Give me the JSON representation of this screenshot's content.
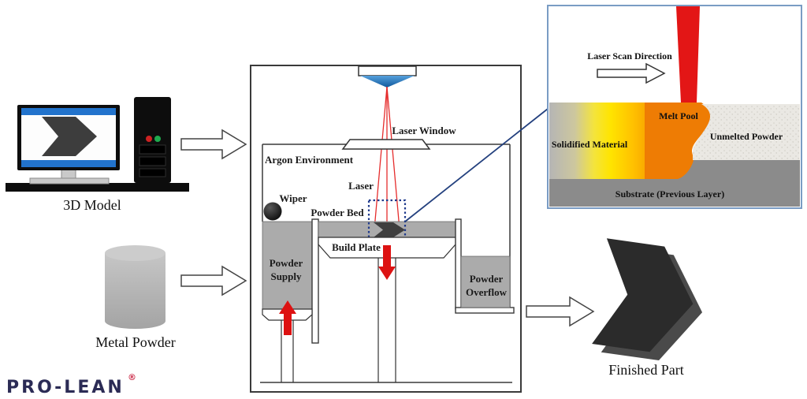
{
  "left": {
    "model_caption": "3D Model",
    "powder_caption": "Metal Powder"
  },
  "brand": {
    "name": "PRO-LEAN",
    "mark": "®"
  },
  "machine": {
    "labels": {
      "laser_window": "Laser Window",
      "argon": "Argon Environment",
      "laser": "Laser",
      "wiper": "Wiper",
      "powder_bed": "Powder Bed",
      "build_plate": "Build Plate",
      "supply_line1": "Powder",
      "supply_line2": "Supply",
      "overflow_line1": "Powder",
      "overflow_line2": "Overflow"
    }
  },
  "inset": {
    "labels": {
      "scan_direction": "Laser Scan Direction",
      "melt_pool": "Melt Pool",
      "solidified": "Solidified Material",
      "unmelted": "Unmelted Powder",
      "substrate": "Substrate (Previous Layer)"
    }
  },
  "output": {
    "caption": "Finished Part"
  },
  "icons": {
    "flow_arrow": "block-arrow-right-outline",
    "piston_up_arrow": "red-arrow-up",
    "piston_down_arrow": "red-arrow-down",
    "scan_arrow": "block-arrow-right-outline"
  },
  "colors": {
    "laser_red": "#e31616",
    "arrow_red": "#dd1212",
    "argon_blue": "#2aa0d8",
    "monitor_blue": "#2273cc",
    "powder_gray": "#ababab",
    "melt_yellow": "#ffe400",
    "melt_orange": "#ee7c04",
    "substrate_gray": "#8b8b8b",
    "unmelted_powder_bg": "#eae8e3",
    "inset_border": "#7a9cc4",
    "connector_navy": "#23407e",
    "logo_navy": "#2b2b55",
    "logo_mark_red": "#cc2d4a",
    "part_dark": "#2b2b2b",
    "part_mid": "#4a4a4a"
  }
}
